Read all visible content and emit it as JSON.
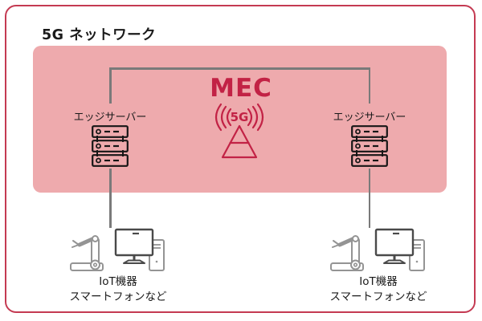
{
  "title": "5G ネットワーク",
  "mec": {
    "label": "MEC"
  },
  "antenna": {
    "label": "5G"
  },
  "columns": [
    {
      "server_label": "エッジサーバー",
      "devices_label_1": "IoT機器",
      "devices_label_2": "スマートフォンなど"
    },
    {
      "server_label": "エッジサーバー",
      "devices_label_1": "IoT機器",
      "devices_label_2": "スマートフォンなど"
    }
  ],
  "colors": {
    "card_border": "#c43a52",
    "panel_bg": "#eeaaad",
    "accent_red": "#c22245",
    "line_gray": "#7a7a7a",
    "text_ink": "#1a1a1a",
    "device_gray": "#949494",
    "monitor_dark": "#4a4a4a"
  }
}
